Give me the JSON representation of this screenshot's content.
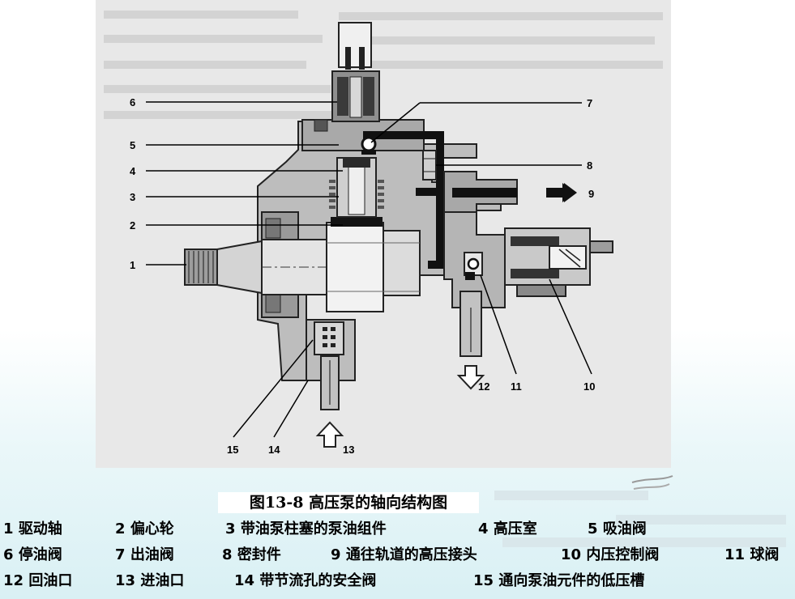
{
  "figure": {
    "caption": "图13-8 高压泵的轴向结构图",
    "callouts": [
      "1",
      "2",
      "3",
      "4",
      "5",
      "6",
      "7",
      "8",
      "9",
      "10",
      "11",
      "12",
      "13",
      "14",
      "15"
    ]
  },
  "legend": [
    {
      "num": "1",
      "text": "驱动轴"
    },
    {
      "num": "2",
      "text": "偏心轮"
    },
    {
      "num": "3",
      "text": "带油泵柱塞的泵油组件"
    },
    {
      "num": "4",
      "text": "高压室"
    },
    {
      "num": "5",
      "text": "吸油阀"
    },
    {
      "num": "6",
      "text": "停油阀"
    },
    {
      "num": "7",
      "text": "出油阀"
    },
    {
      "num": "8",
      "text": "密封件"
    },
    {
      "num": "9",
      "text": "通往轨道的高压接头"
    },
    {
      "num": "10",
      "text": "内压控制阀"
    },
    {
      "num": "11",
      "text": "球阀"
    },
    {
      "num": "12",
      "text": "回油口"
    },
    {
      "num": "13",
      "text": "进油口"
    },
    {
      "num": "14",
      "text": "带节流孔的安全阀"
    },
    {
      "num": "15",
      "text": "通向泵油元件的低压槽"
    }
  ],
  "colors": {
    "diagram_bg": "#e8e8e8",
    "body_gray": "#b8b8b8",
    "dark_gray": "#6e6e6e",
    "channel_black": "#111111"
  }
}
